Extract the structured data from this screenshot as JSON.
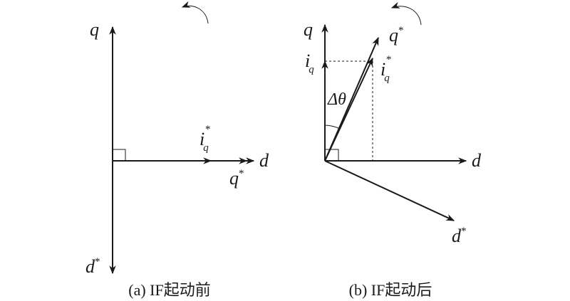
{
  "panel_a": {
    "axis_q": "q",
    "axis_d": "d",
    "axis_dstar": "d",
    "axis_dstar_sup": "*",
    "vec_iq_star": "i",
    "vec_iq_star_sub": "q",
    "vec_iq_star_sup": "*",
    "vec_qstar": "q",
    "vec_qstar_sup": "*",
    "caption": "(a) IF起动前"
  },
  "panel_b": {
    "axis_q": "q",
    "axis_d": "d",
    "axis_qstar": "q",
    "axis_qstar_sup": "*",
    "axis_dstar": "d",
    "axis_dstar_sup": "*",
    "vec_iq": "i",
    "vec_iq_sub": "q",
    "vec_iq_star": "i",
    "vec_iq_star_sub": "q",
    "vec_iq_star_sup": "*",
    "angle_label": "Δθ",
    "caption": "(b) IF起动后"
  },
  "colors": {
    "ink": "#1a1a1a",
    "background": "#ffffff"
  }
}
